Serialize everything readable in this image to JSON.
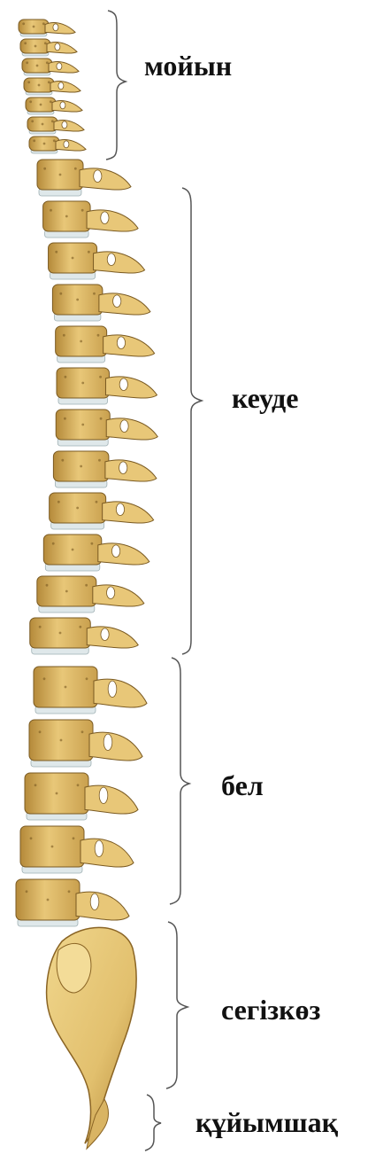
{
  "diagram": {
    "regions": [
      {
        "key": "cervical",
        "label": "мойын"
      },
      {
        "key": "thoracic",
        "label": "кеуде"
      },
      {
        "key": "lumbar",
        "label": "бел"
      },
      {
        "key": "sacrum",
        "label": "сегізкөз"
      },
      {
        "key": "coccyx",
        "label": "құйымшақ"
      }
    ],
    "colors": {
      "bone": "#e8c778",
      "bone_shadow": "#b58a3a",
      "bone_dark": "#7a5a22",
      "disc": "#dfe8ea",
      "bracket": "#555555",
      "label": "#111111"
    }
  }
}
